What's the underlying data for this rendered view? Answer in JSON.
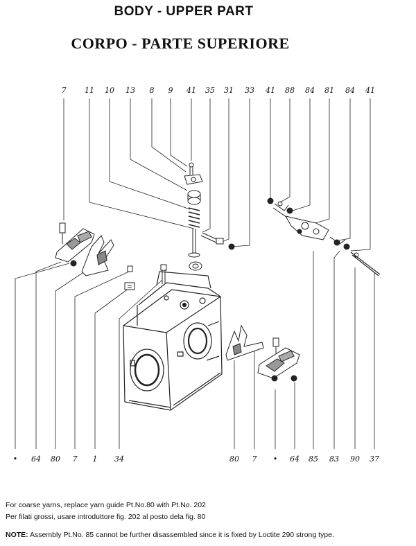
{
  "title": "BODY - UPPER PART",
  "subtitle": "CORPO - PARTE SUPERIORE",
  "top_callouts": [
    "7",
    "11",
    "10",
    "13",
    "8",
    "9",
    "41",
    "35",
    "31",
    "33",
    "41",
    "88",
    "84",
    "81",
    "84",
    "41"
  ],
  "bottom_callouts_left": [
    "•",
    "64",
    "80",
    "7",
    "1",
    "34"
  ],
  "bottom_callouts_right": [
    "80",
    "7",
    "•",
    "64",
    "85",
    "83",
    "90",
    "37"
  ],
  "notes": {
    "english": "For coarse yarns, replace yarn guide Pt.No.80 with Pt.No. 202",
    "italian": "Per filati grossi, usare introduttore fig. 202 al posto dela fig. 80",
    "note_label": "NOTE:",
    "note_text": "Assembly Pt.No. 85 cannot be further disassembled since it is fixed by Loctite 290 strong type."
  }
}
